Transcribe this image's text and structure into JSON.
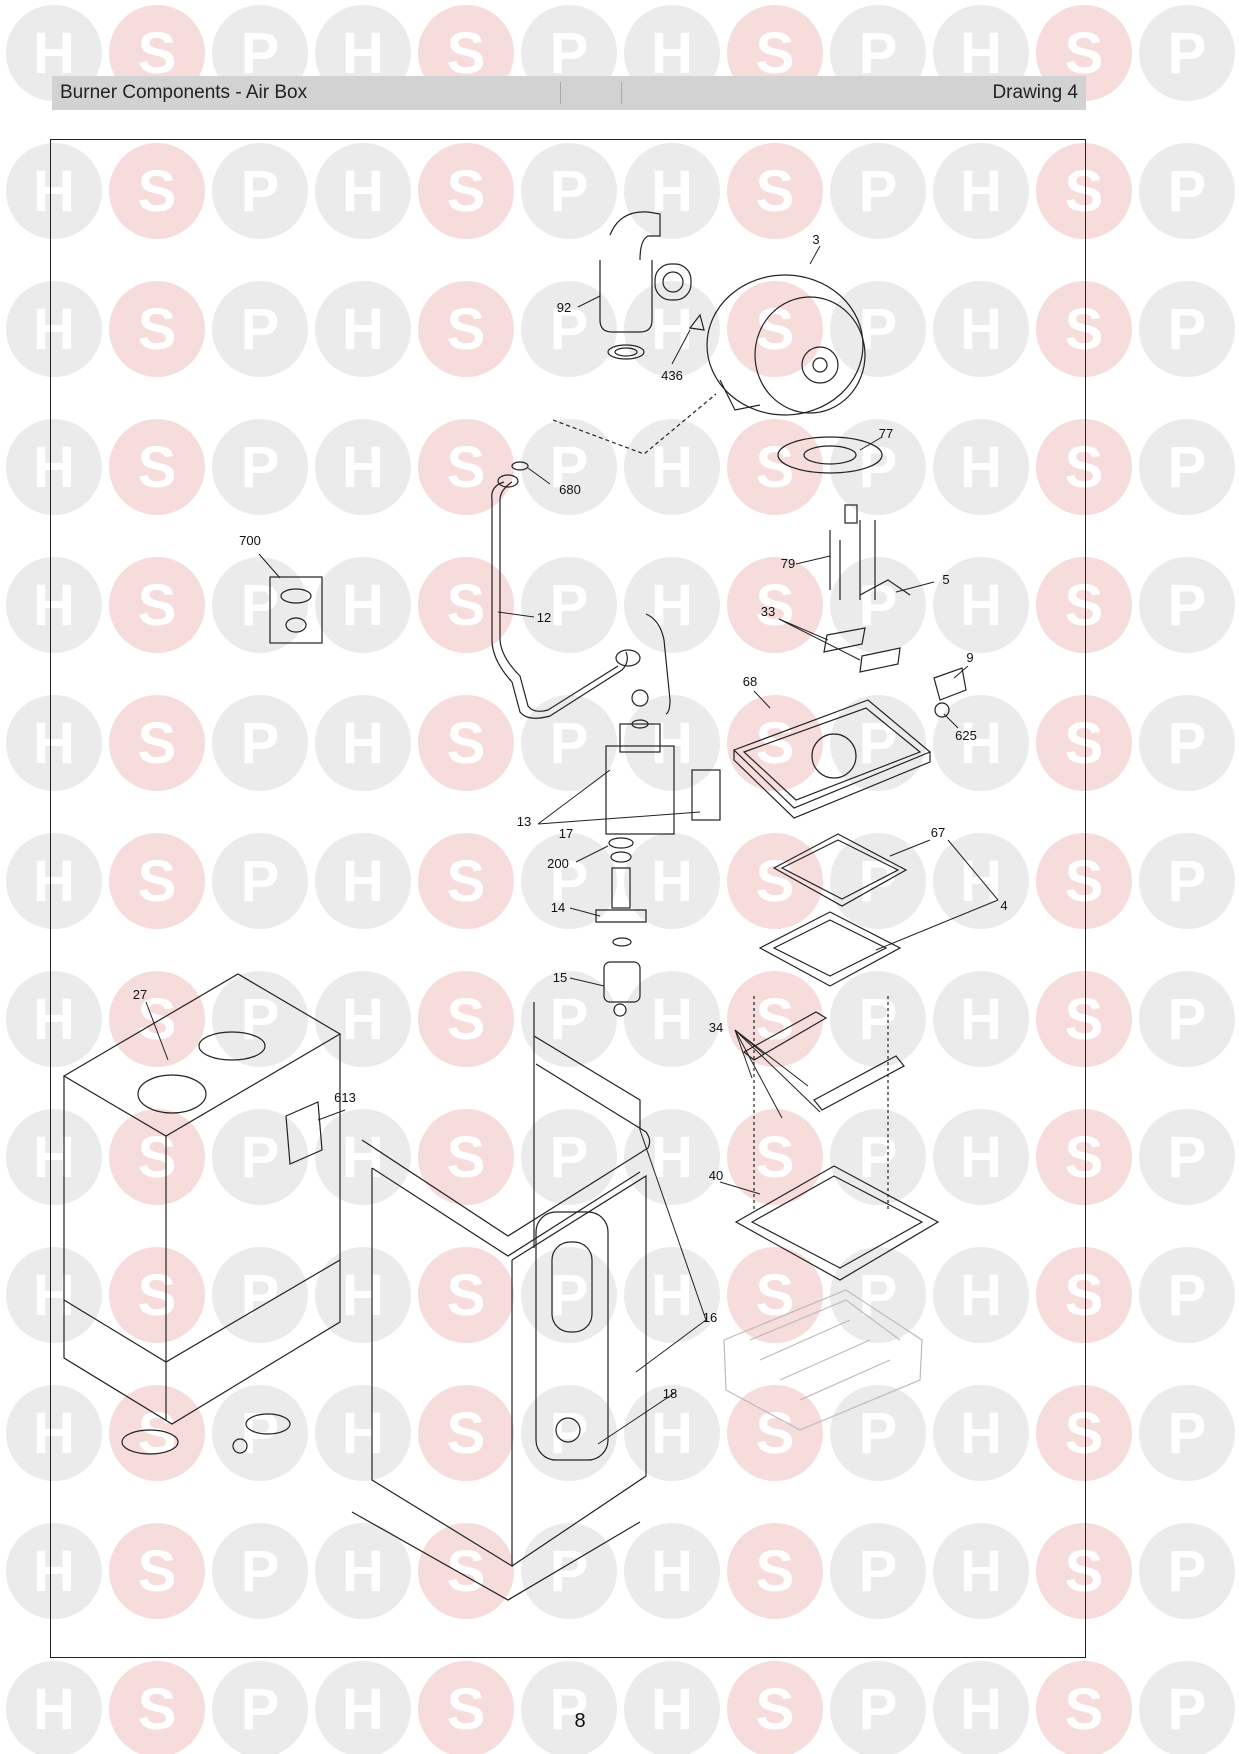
{
  "header": {
    "title": "Burner Components - Air Box",
    "drawing": "Drawing 4"
  },
  "watermark": {
    "letters": [
      "H",
      "S",
      "P"
    ],
    "colors": {
      "circle": "#ebebeb",
      "accent_circle": "#f7dcdc",
      "letter": "#ffffff"
    }
  },
  "callouts": {
    "c3": "3",
    "c92": "92",
    "c436": "436",
    "c77": "77",
    "c680": "680",
    "c700": "700",
    "c12": "12",
    "c79": "79",
    "c5": "5",
    "c33": "33",
    "c9": "9",
    "c68": "68",
    "c625": "625",
    "c13": "13",
    "c17": "17",
    "c67": "67",
    "c200": "200",
    "c14": "14",
    "c4": "4",
    "c15": "15",
    "c27": "27",
    "c34": "34",
    "c613": "613",
    "c40": "40",
    "c16": "16",
    "c18": "18"
  },
  "footer": {
    "page_number": "8"
  }
}
